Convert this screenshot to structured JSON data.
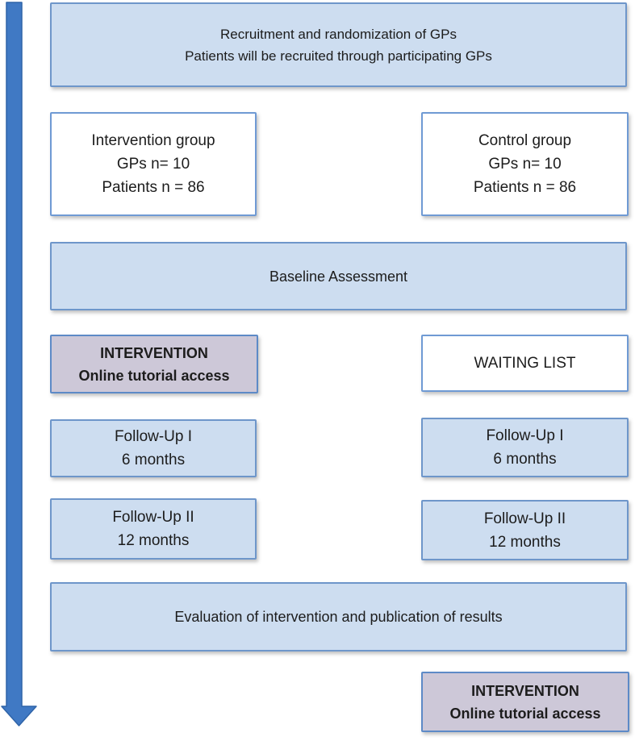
{
  "colors": {
    "light_blue_fill": "#cdddf0",
    "blue_border": "#6e96ca",
    "white_fill": "#ffffff",
    "white_box_border": "#6f9ad4",
    "purple_fill": "#cdc8d8",
    "purple_border": "#5d8ac7",
    "arrow_fill": "#4079c4",
    "arrow_outline": "#2f64a8",
    "text": "#1c1c1c"
  },
  "flowchart": {
    "recruitment": {
      "line1": "Recruitment and randomization of GPs",
      "line2": "Patients will be recruited through participating GPs"
    },
    "intervention_group": {
      "line1": "Intervention group",
      "line2": "GPs n= 10",
      "line3": "Patients n = 86"
    },
    "control_group": {
      "line1": "Control group",
      "line2": "GPs n= 10",
      "line3": "Patients n = 86"
    },
    "baseline": {
      "line1": "Baseline Assessment"
    },
    "intervention_access_top": {
      "line1": "INTERVENTION",
      "line2": "Online tutorial access"
    },
    "waiting_list": {
      "line1": "WAITING LIST"
    },
    "followup1": {
      "line1": "Follow-Up I",
      "line2": "6 months"
    },
    "followup2": {
      "line1": "Follow-Up II",
      "line2": "12 months"
    },
    "evaluation": {
      "line1": "Evaluation of intervention and publication of results"
    },
    "intervention_access_bottom": {
      "line1": "INTERVENTION",
      "line2": "Online tutorial access"
    }
  }
}
